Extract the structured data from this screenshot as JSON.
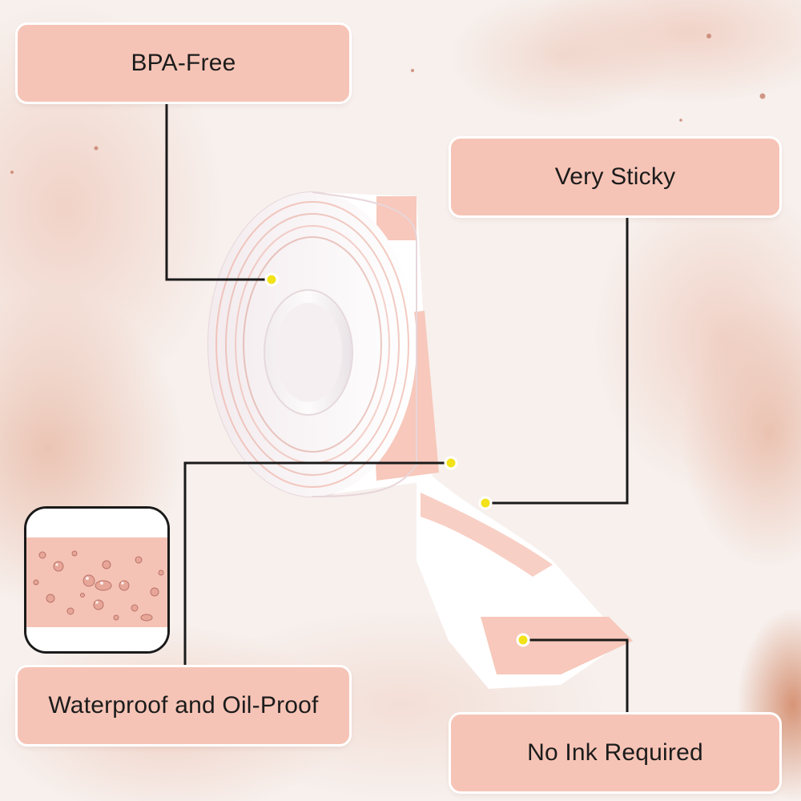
{
  "features": {
    "bpa_free": "BPA-Free",
    "very_sticky": "Very Sticky",
    "waterproof": "Waterproof and Oil-Proof",
    "no_ink": "No Ink Required"
  },
  "colors": {
    "label_fill": "#f6c4b6",
    "label_border": "#ffffff",
    "leader_line": "#1a1a1a",
    "marker": "#f2e21a",
    "roll_pink": "#f7c8bb",
    "background": "#f6eeea"
  }
}
